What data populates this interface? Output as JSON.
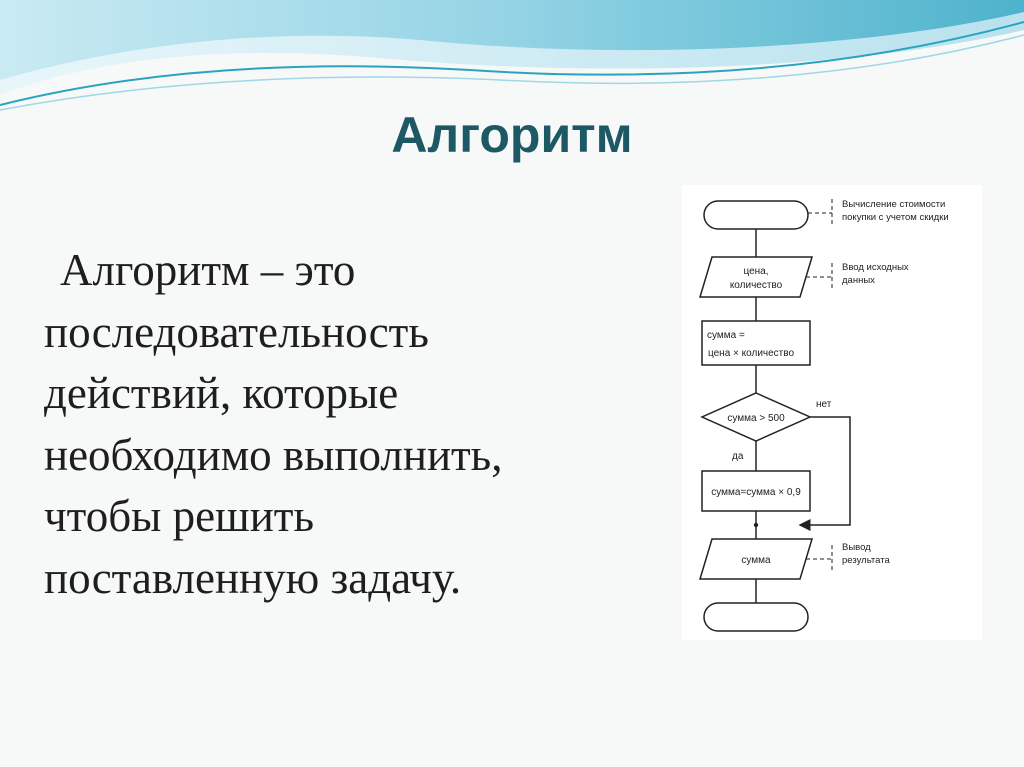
{
  "slide": {
    "title": "Алгоритм",
    "body_lines": [
      "Алгоритм – это",
      "последовательность",
      "действий, которые",
      "необходимо выполнить,",
      "чтобы решить",
      "поставленную задачу."
    ]
  },
  "flowchart": {
    "input_label_1": "цена,",
    "input_label_2": "количество",
    "process_label_1": "сумма =",
    "process_label_2": "цена × количество",
    "decision_label": "сумма > 500",
    "yes_label": "да",
    "no_label": "нет",
    "discount_label": "сумма=сумма × 0,9",
    "output_label": "сумма",
    "note_start_1": "Вычисление стоимости",
    "note_start_2": "покупки с учетом скидки",
    "note_input_1": "Ввод исходных",
    "note_input_2": "данных",
    "note_output_1": "Вывод",
    "note_output_2": "результата"
  },
  "colors": {
    "title": "#1c5965",
    "wave_dark": "#2aa3c0",
    "wave_light": "#9fd7e6"
  }
}
